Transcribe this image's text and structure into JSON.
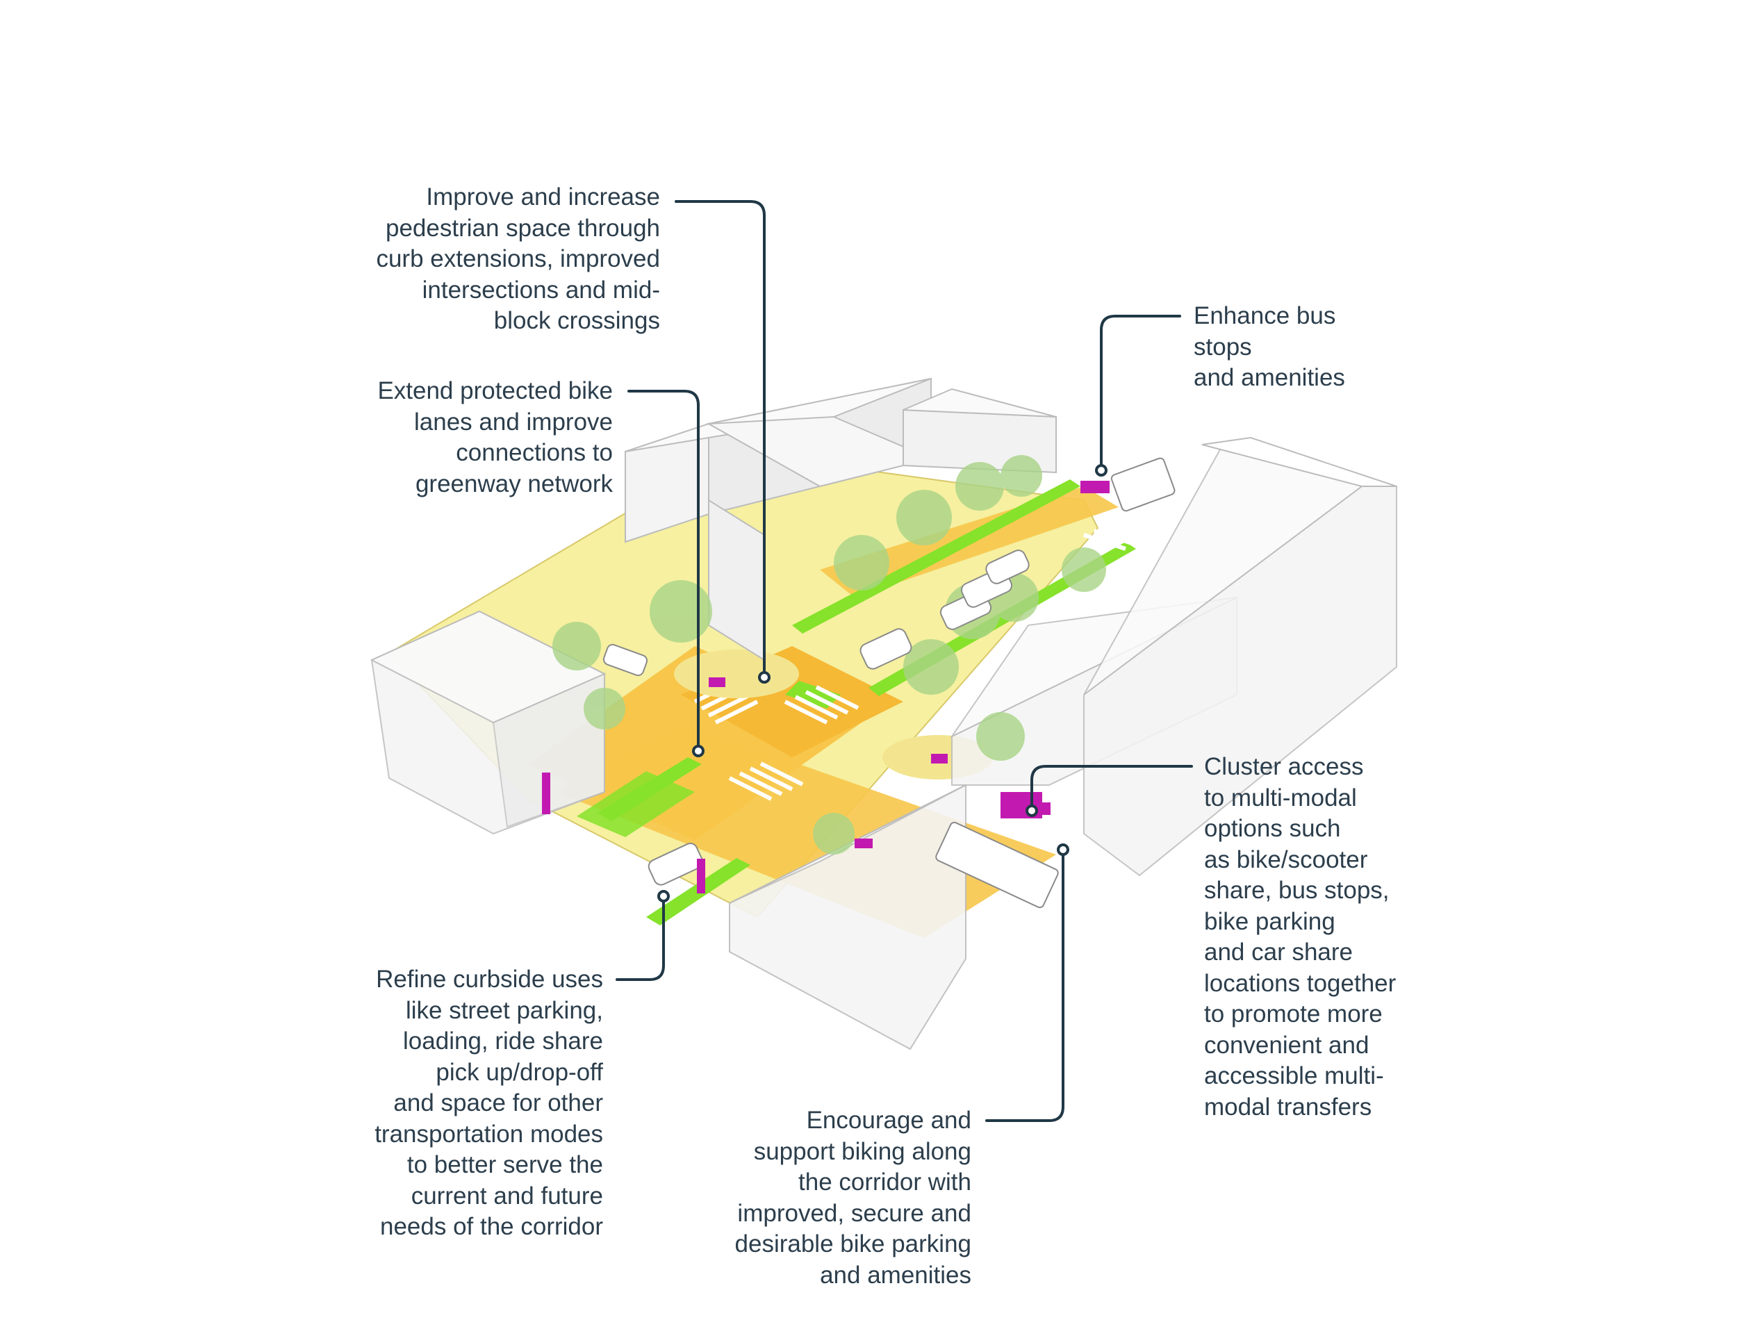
{
  "callouts": {
    "pedestrian": {
      "lines": [
        "Improve and increase",
        "pedestrian space through",
        "curb extensions, improved",
        "intersections and mid-",
        "block crossings"
      ]
    },
    "bike_lanes": {
      "lines": [
        "Extend protected bike",
        "lanes and improve",
        "connections to",
        "greenway network"
      ]
    },
    "bus_stops": {
      "lines": [
        "Enhance bus",
        "stops",
        "and amenities"
      ]
    },
    "multimodal": {
      "lines": [
        "Cluster access",
        "to multi-modal",
        "options such",
        "as bike/scooter",
        "share, bus stops,",
        "bike parking",
        "and car share",
        "locations together",
        "to promote more",
        "convenient and",
        "accessible multi-",
        "modal transfers"
      ]
    },
    "curbside": {
      "lines": [
        "Refine curbside uses",
        "like street parking,",
        "loading, ride share",
        "pick up/drop-off",
        "and space for other",
        "transportation modes",
        "to better serve the",
        "current and future",
        "needs of the corridor"
      ]
    },
    "bike_parking": {
      "lines": [
        "Encourage and",
        "support biking along",
        "the corridor with",
        "improved, secure and",
        "desirable bike parking",
        "and amenities"
      ]
    }
  },
  "colors": {
    "leader_line": "#203846",
    "road": "#f7c64a",
    "sidewalk": "#f6f0a0",
    "bike_lane": "#86e22a",
    "accent": "#c21ab0",
    "building": "#f4f4f4"
  }
}
